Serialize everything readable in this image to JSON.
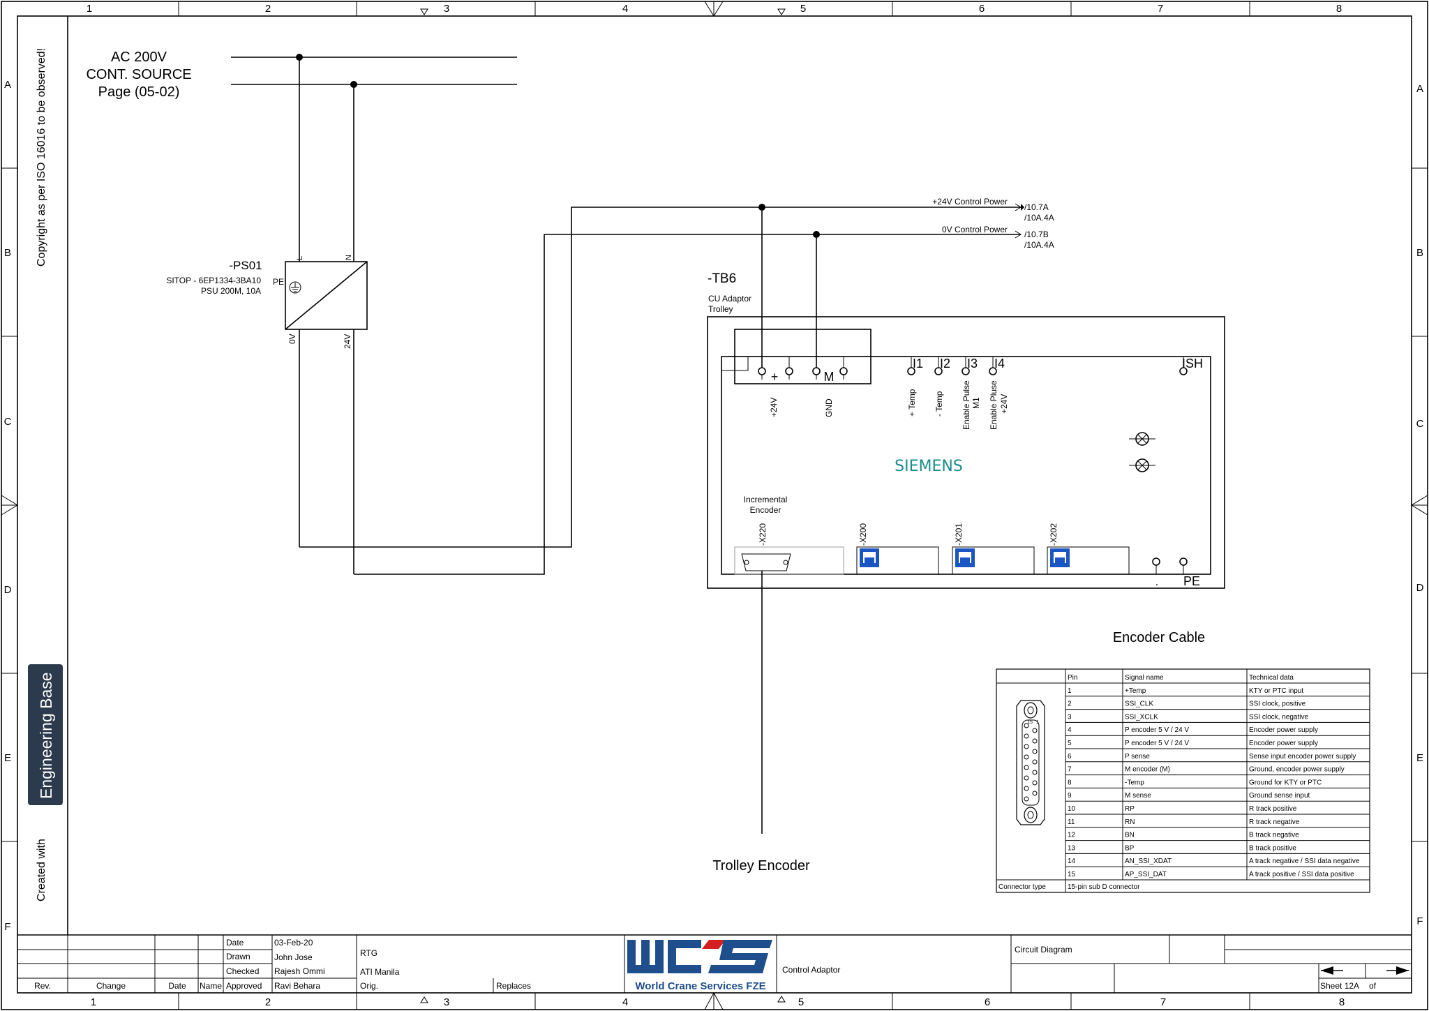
{
  "grid": {
    "columns": [
      "1",
      "2",
      "3",
      "4",
      "5",
      "6",
      "7",
      "8"
    ],
    "rows": [
      "A",
      "B",
      "C",
      "D",
      "E",
      "F"
    ]
  },
  "sidebar": {
    "copyright": "Copyright as per ISO 16016 to be observed!",
    "badge": "Engineering Base",
    "created_with": "Created with"
  },
  "diagram": {
    "source_label": [
      "AC 200V",
      "CONT. SOURCE",
      "Page (05-02)"
    ],
    "psu": {
      "tag": "-PS01",
      "model": "SITOP - 6EP1334-3BA10",
      "rating": "PSU 200M, 10A",
      "pe": "PE",
      "in_l": "L",
      "in_n": "N",
      "out_0v": "0V",
      "out_24v": "24V"
    },
    "refs": {
      "plus24_label": "+24V Control Power",
      "plus24_ref1": "/10.7A",
      "plus24_ref2": "/10A.4A",
      "zero_label": "0V Control Power",
      "zero_ref1": "/10.7B",
      "zero_ref2": "/10A.4A"
    },
    "cu": {
      "tag": "-TB6",
      "name_line1": "CU Adaptor",
      "name_line2": "Trolley",
      "brand": "SIEMENS",
      "plus_sym": "+",
      "m_sym": "M",
      "pins": [
        "I1",
        "I2",
        "I3",
        "I4",
        "ISH"
      ],
      "terminal_labels": [
        "+24V",
        "GND",
        "+ Temp",
        "- Temp",
        "Enable Pulse",
        "M1",
        "Enable Pluse",
        "+24V"
      ],
      "incremental": [
        "Incremental",
        "Encoder"
      ],
      "ports": [
        "-X220",
        "-X200",
        "-X201",
        "-X202"
      ],
      "pe": "PE",
      "dot": "."
    },
    "trolley_encoder": "Trolley Encoder",
    "brand_color": "#1a8c8c"
  },
  "encoder_cable": {
    "title": "Encoder Cable",
    "headers": [
      "Pin",
      "Signal name",
      "Technical data"
    ],
    "rows": [
      [
        "1",
        "+Temp",
        "KTY or PTC input"
      ],
      [
        "2",
        "SSI_CLK",
        "SSI clock, positive"
      ],
      [
        "3",
        "SSI_XCLK",
        "SSI clock, negative"
      ],
      [
        "4",
        "P encoder 5 V / 24 V",
        "Encoder power supply"
      ],
      [
        "5",
        "P encoder 5 V / 24 V",
        "Encoder power supply"
      ],
      [
        "6",
        "P sense",
        "Sense input encoder power supply"
      ],
      [
        "7",
        "M encoder (M)",
        "Ground, encoder power supply"
      ],
      [
        "8",
        "-Temp",
        "Ground for KTY or PTC"
      ],
      [
        "9",
        "M sense",
        "Ground sense input"
      ],
      [
        "10",
        "RP",
        "R track positive"
      ],
      [
        "11",
        "RN",
        "R track negative"
      ],
      [
        "12",
        "BN",
        "B track negative"
      ],
      [
        "13",
        "BP",
        "B track positive"
      ],
      [
        "14",
        "AN_SSI_XDAT",
        "A track negative / SSI data negative"
      ],
      [
        "15",
        "AP_SSI_DAT",
        "A track positive / SSI data positive"
      ]
    ],
    "connector_type_label": "Connector type",
    "connector_type_value": "15-pin sub D connector",
    "connector_pin_1": "1",
    "connector_pin_15": "15"
  },
  "title_block": {
    "rev": "Rev.",
    "change": "Change",
    "date_col": "Date",
    "name_col": "Name",
    "date_label": "Date",
    "date_value": "03-Feb-20",
    "drawn_label": "Drawn",
    "drawn_value": "John Jose",
    "checked_label": "Checked",
    "checked_value": "Rajesh Ommi",
    "approved_label": "Approved",
    "approved_value": "Ravi Behara",
    "project": "RTG",
    "site": "ATI Manila",
    "orig": "Orig.",
    "replaces": "Replaces",
    "logo": "WCS",
    "company": "World Crane Services FZE",
    "description": "Control Adaptor",
    "doc_type": "Circuit Diagram",
    "sheet": "Sheet 12A",
    "of": "of",
    "logo_color": "#1f4e8c"
  }
}
